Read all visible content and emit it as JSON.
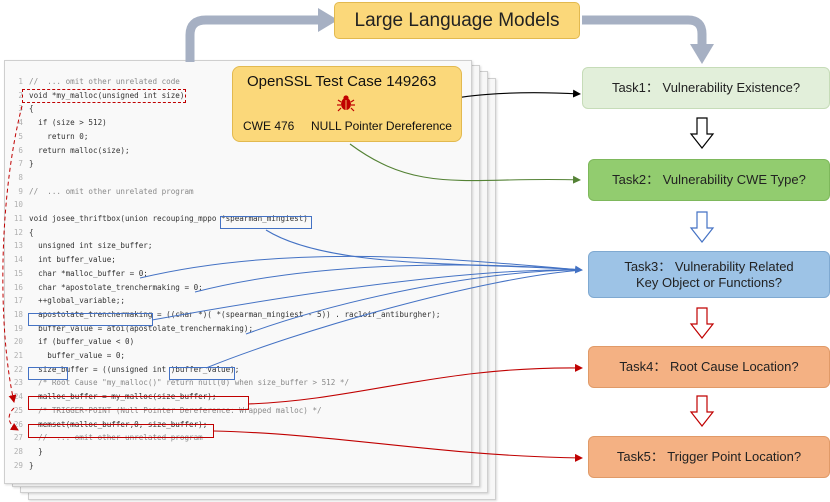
{
  "llm": {
    "label": "Large Language Models"
  },
  "test_case": {
    "title": "OpenSSL Test Case 149263",
    "cwe": "CWE 476",
    "desc": "NULL Pointer Dereference"
  },
  "tasks": [
    {
      "label": "Task1： Vulnerability Existence?"
    },
    {
      "label": "Task2： Vulnerability CWE Type?"
    },
    {
      "label": "Task3： Vulnerability Related\nKey Object or Functions?"
    },
    {
      "label": "Task4： Root Cause Location?"
    },
    {
      "label": "Task5： Trigger Point Location?"
    }
  ],
  "colors": {
    "task1": "#e2efda",
    "task2": "#92cc6f",
    "task3": "#9dc3e6",
    "task4": "#f4b183",
    "task5": "#f4b183",
    "llm_box": "#fbd87a",
    "blue_accent": "#4472c4",
    "red_accent": "#c00000",
    "green_arrow": "#548235"
  },
  "code_lines": [
    {
      "n": "1",
      "t": "//  ... omit other unrelated code"
    },
    {
      "n": "2",
      "t": "void *my_malloc(unsigned int size)"
    },
    {
      "n": "3",
      "t": "{"
    },
    {
      "n": "4",
      "t": "  if (size > 512)"
    },
    {
      "n": "5",
      "t": "    return 0;"
    },
    {
      "n": "6",
      "t": "  return malloc(size);"
    },
    {
      "n": "7",
      "t": "}"
    },
    {
      "n": "8",
      "t": ""
    },
    {
      "n": "9",
      "t": "//  ... omit other unrelated program"
    },
    {
      "n": "10",
      "t": ""
    },
    {
      "n": "11",
      "t": "void josee_thriftbox(union recouping_mppo *spearman_mingiest)"
    },
    {
      "n": "12",
      "t": "{"
    },
    {
      "n": "13",
      "t": "  unsigned int size_buffer;"
    },
    {
      "n": "14",
      "t": "  int buffer_value;"
    },
    {
      "n": "15",
      "t": "  char *malloc_buffer = 0;"
    },
    {
      "n": "16",
      "t": "  char *apostolate_trenchermaking = 0;"
    },
    {
      "n": "17",
      "t": "  ++global_variable;;"
    },
    {
      "n": "18",
      "t": "  apostolate_trenchermaking = ((char *)( *(spearman_mingiest - 5)) . racloir_antiburgher);"
    },
    {
      "n": "19",
      "t": "  buffer_value = atoi(apostolate_trenchermaking);"
    },
    {
      "n": "20",
      "t": "  if (buffer_value < 0)"
    },
    {
      "n": "21",
      "t": "    buffer_value = 0;"
    },
    {
      "n": "22",
      "t": "  size_buffer = ((unsigned int )buffer_value);"
    },
    {
      "n": "23",
      "t": "  /* Root Cause \"my_malloc()\" return null(0) when size_buffer > 512 */"
    },
    {
      "n": "24",
      "t": "  malloc_buffer = my_malloc(size_buffer);"
    },
    {
      "n": "25",
      "t": "  /* TRIGGER-POINT (Null Pointer Dereference: Wrapped malloc) */"
    },
    {
      "n": "26",
      "t": "  memset(malloc_buffer,0, size_buffer);"
    },
    {
      "n": "27",
      "t": "  //  ... omit other unrelated program"
    },
    {
      "n": "28",
      "t": "  }"
    },
    {
      "n": "29",
      "t": "}"
    }
  ]
}
